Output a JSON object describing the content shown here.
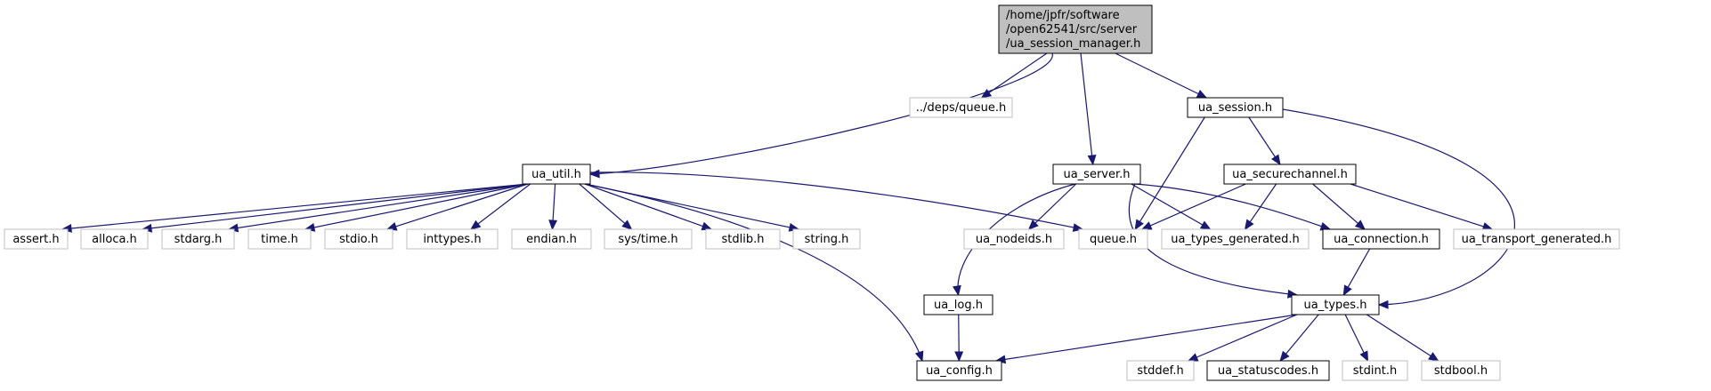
{
  "graph": {
    "colors": {
      "edge": "#191970",
      "documented_border": "#000000",
      "undocumented_border": "#bfbfbf",
      "root_fill": "#bfbfbf"
    },
    "nodes": [
      {
        "id": "root",
        "lines": [
          "/home/jpfr/software",
          "/open62541/src/server",
          "/ua_session_manager.h"
        ],
        "kind": "root"
      },
      {
        "id": "deps_queue",
        "lines": [
          "../deps/queue.h"
        ],
        "kind": "ext"
      },
      {
        "id": "ua_session",
        "lines": [
          "ua_session.h"
        ],
        "kind": "doc"
      },
      {
        "id": "ua_util",
        "lines": [
          "ua_util.h"
        ],
        "kind": "doc"
      },
      {
        "id": "ua_server",
        "lines": [
          "ua_server.h"
        ],
        "kind": "doc"
      },
      {
        "id": "ua_securechannel",
        "lines": [
          "ua_securechannel.h"
        ],
        "kind": "doc"
      },
      {
        "id": "assert",
        "lines": [
          "assert.h"
        ],
        "kind": "ext"
      },
      {
        "id": "alloca",
        "lines": [
          "alloca.h"
        ],
        "kind": "ext"
      },
      {
        "id": "stdarg",
        "lines": [
          "stdarg.h"
        ],
        "kind": "ext"
      },
      {
        "id": "time",
        "lines": [
          "time.h"
        ],
        "kind": "ext"
      },
      {
        "id": "stdio",
        "lines": [
          "stdio.h"
        ],
        "kind": "ext"
      },
      {
        "id": "inttypes",
        "lines": [
          "inttypes.h"
        ],
        "kind": "ext"
      },
      {
        "id": "endian",
        "lines": [
          "endian.h"
        ],
        "kind": "ext"
      },
      {
        "id": "systime",
        "lines": [
          "sys/time.h"
        ],
        "kind": "ext"
      },
      {
        "id": "stdlib",
        "lines": [
          "stdlib.h"
        ],
        "kind": "ext"
      },
      {
        "id": "string",
        "lines": [
          "string.h"
        ],
        "kind": "ext"
      },
      {
        "id": "ua_nodeids",
        "lines": [
          "ua_nodeids.h"
        ],
        "kind": "ext"
      },
      {
        "id": "queue",
        "lines": [
          "queue.h"
        ],
        "kind": "ext"
      },
      {
        "id": "ua_types_generated",
        "lines": [
          "ua_types_generated.h"
        ],
        "kind": "ext"
      },
      {
        "id": "ua_connection",
        "lines": [
          "ua_connection.h"
        ],
        "kind": "doc"
      },
      {
        "id": "ua_transport_generated",
        "lines": [
          "ua_transport_generated.h"
        ],
        "kind": "ext"
      },
      {
        "id": "ua_log",
        "lines": [
          "ua_log.h"
        ],
        "kind": "doc"
      },
      {
        "id": "ua_types",
        "lines": [
          "ua_types.h"
        ],
        "kind": "doc"
      },
      {
        "id": "ua_config",
        "lines": [
          "ua_config.h"
        ],
        "kind": "doc"
      },
      {
        "id": "stddef",
        "lines": [
          "stddef.h"
        ],
        "kind": "ext"
      },
      {
        "id": "ua_statuscodes",
        "lines": [
          "ua_statuscodes.h"
        ],
        "kind": "doc"
      },
      {
        "id": "stdint",
        "lines": [
          "stdint.h"
        ],
        "kind": "ext"
      },
      {
        "id": "stdbool",
        "lines": [
          "stdbool.h"
        ],
        "kind": "ext"
      }
    ],
    "edges": [
      {
        "from": "root",
        "to": "deps_queue"
      },
      {
        "from": "root",
        "to": "ua_util"
      },
      {
        "from": "root",
        "to": "ua_server"
      },
      {
        "from": "root",
        "to": "ua_session"
      },
      {
        "from": "ua_session",
        "to": "queue"
      },
      {
        "from": "ua_session",
        "to": "ua_securechannel"
      },
      {
        "from": "ua_session",
        "to": "ua_types"
      },
      {
        "from": "ua_util",
        "to": "assert"
      },
      {
        "from": "ua_util",
        "to": "alloca"
      },
      {
        "from": "ua_util",
        "to": "stdarg"
      },
      {
        "from": "ua_util",
        "to": "time"
      },
      {
        "from": "ua_util",
        "to": "stdio"
      },
      {
        "from": "ua_util",
        "to": "inttypes"
      },
      {
        "from": "ua_util",
        "to": "endian"
      },
      {
        "from": "ua_util",
        "to": "systime"
      },
      {
        "from": "ua_util",
        "to": "stdlib"
      },
      {
        "from": "ua_util",
        "to": "string"
      },
      {
        "from": "ua_util",
        "to": "queue"
      },
      {
        "from": "ua_util",
        "to": "ua_config"
      },
      {
        "from": "ua_server",
        "to": "ua_log"
      },
      {
        "from": "ua_server",
        "to": "ua_nodeids"
      },
      {
        "from": "ua_server",
        "to": "ua_types_generated"
      },
      {
        "from": "ua_server",
        "to": "ua_connection"
      },
      {
        "from": "ua_server",
        "to": "ua_types"
      },
      {
        "from": "ua_securechannel",
        "to": "queue"
      },
      {
        "from": "ua_securechannel",
        "to": "ua_types_generated"
      },
      {
        "from": "ua_securechannel",
        "to": "ua_connection"
      },
      {
        "from": "ua_securechannel",
        "to": "ua_transport_generated"
      },
      {
        "from": "ua_connection",
        "to": "ua_types"
      },
      {
        "from": "ua_log",
        "to": "ua_config"
      },
      {
        "from": "ua_types",
        "to": "ua_config"
      },
      {
        "from": "ua_types",
        "to": "stddef"
      },
      {
        "from": "ua_types",
        "to": "ua_statuscodes"
      },
      {
        "from": "ua_types",
        "to": "stdint"
      },
      {
        "from": "ua_types",
        "to": "stdbool"
      }
    ]
  }
}
